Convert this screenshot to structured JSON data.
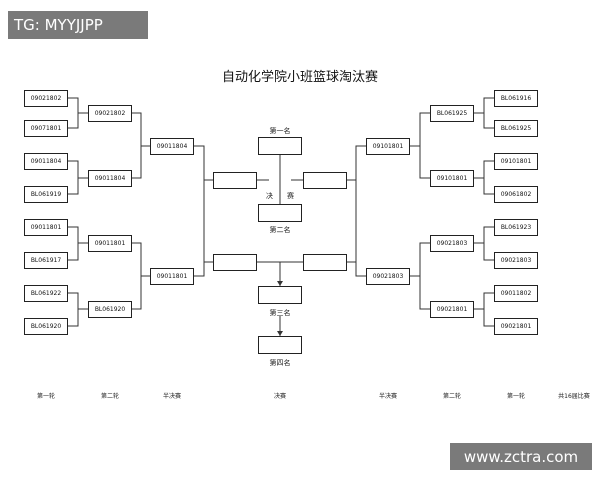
{
  "title": "自动化学院小班篮球淘汰赛",
  "watermark_top": "TG: MYYJJPP",
  "watermark_bottom": "www.zctra.com",
  "left": {
    "round1": [
      "09021802",
      "09071801",
      "09011804",
      "BL061919",
      "09011801",
      "BL061917",
      "BL061922",
      "BL061920"
    ],
    "round2": [
      "09021802",
      "09011804",
      "09011801",
      "BL061920"
    ],
    "semi": [
      "09011804",
      "09011801"
    ]
  },
  "right": {
    "round1": [
      "BL061916",
      "BL061925",
      "09101801",
      "09061802",
      "BL061923",
      "09021803",
      "09011802",
      "09021801"
    ],
    "round2": [
      "BL061925",
      "09101801",
      "09021803",
      "09021801"
    ],
    "semi": [
      "09101801",
      "09021803"
    ]
  },
  "center": {
    "first_place": "第一名",
    "final": "决　　赛",
    "second_place": "第二名",
    "third_place": "第三名",
    "fourth_place": "第四名"
  },
  "round_labels": [
    "第一轮",
    "第二轮",
    "半决赛",
    "决赛",
    "半决赛",
    "第二轮",
    "第一轮",
    "共16届比赛"
  ]
}
